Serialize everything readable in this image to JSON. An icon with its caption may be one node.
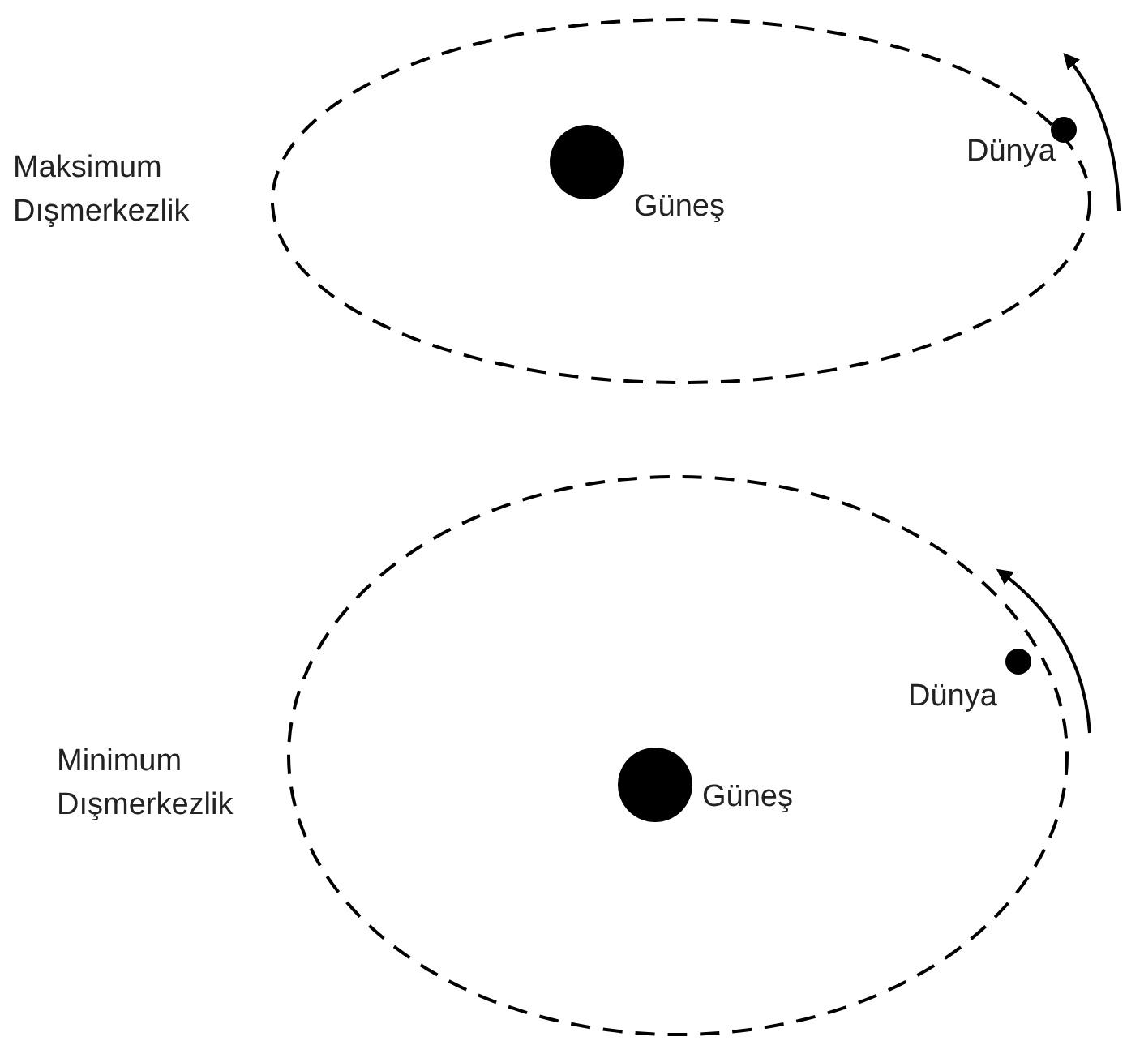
{
  "diagram": {
    "labels": [
      "Maksimum Dışmerkezlik",
      "Güneş",
      "Dünya",
      "Minimum Dışmerkezlik",
      "Güneş",
      "Dünya"
    ]
  }
}
